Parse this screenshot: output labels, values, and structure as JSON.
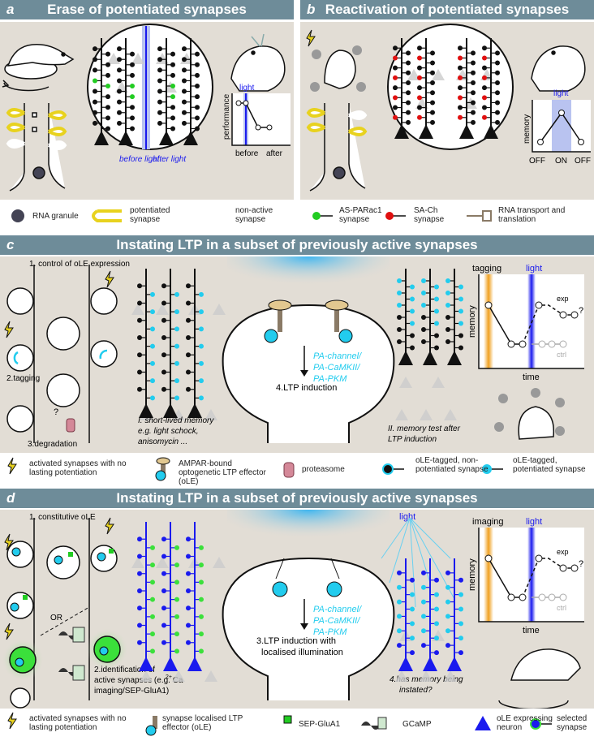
{
  "panel_a": {
    "letter": "a",
    "title": "Erase of potentiated synapses",
    "chart": {
      "axis_y": "performance",
      "x_labels": [
        "before",
        "after"
      ],
      "light": "light",
      "caption_before": "before light",
      "caption_after": "after light"
    }
  },
  "panel_b": {
    "letter": "b",
    "title": "Reactivation of potentiated synapses",
    "chart": {
      "axis_y": "memory",
      "x_labels": [
        "OFF",
        "ON",
        "OFF"
      ],
      "light": "light"
    }
  },
  "legend_ab": [
    "RNA granule",
    "potentiated synapse",
    "non-active synapse",
    "AS-PARac1 synapse",
    "SA-Ch synapse",
    "RNA transport and translation"
  ],
  "panel_c": {
    "letter": "c",
    "title": "Instating LTP in a subset of previously active synapses",
    "step1": "1. control of oLE expression",
    "step2": "2.tagging",
    "step3": "3.degradation",
    "question": "?",
    "step4": "4.LTP induction",
    "effectors": [
      "PA-channel/",
      "PA-CaMKII/",
      "PA-PKM"
    ],
    "memory_I": [
      "I. short-lived memory",
      "e.g. light schock,",
      "anisomycin ..."
    ],
    "memory_II": [
      "II. memory test after",
      "LTP induction"
    ],
    "chart": {
      "label_tag": "tagging",
      "light": "light",
      "axis_y": "memory",
      "axis_x": "time",
      "exp": "exp",
      "ctrl": "ctrl",
      "q": "?"
    }
  },
  "legend_c": [
    "activated synapses with no lasting potentiation",
    "AMPAR-bound optogenetic LTP effector (oLE)",
    "proteasome",
    "oLE-tagged, non-potentiated synapse",
    "oLE-tagged, potentiated synapse"
  ],
  "panel_d": {
    "letter": "d",
    "title": "Instating LTP in a subset of previously active synapses",
    "step1": "1. constitutive oLE",
    "or": "OR",
    "step2": [
      "2.identification of",
      "active synapses (e.g. Ca",
      "2+",
      "imaging/SEP-GluA1)"
    ],
    "step3": [
      "3.LTP induction with",
      "localised illumination"
    ],
    "step4": [
      "4.has memory being",
      "instated?"
    ],
    "effectors": [
      "PA-channel/",
      "PA-CaMKII/",
      "PA-PKM"
    ],
    "light": "light",
    "chart": {
      "label_tag": "imaging",
      "light": "light",
      "axis_y": "memory",
      "axis_x": "time",
      "exp": "exp",
      "ctrl": "ctrl",
      "q": "?"
    }
  },
  "legend_d": [
    "activated synapses with no lasting potentiation",
    "synapse localised LTP effector (oLE)",
    "SEP-GluA1",
    "GCaMP",
    "oLE expressing neuron",
    "selected synapse"
  ],
  "colors": {
    "header": "#6e8c99",
    "panel": "#e2ddd5",
    "green": "#22cc22",
    "red": "#e01010",
    "cyan": "#22ccee",
    "blue": "#1a1aee",
    "yellow": "#e8d21e",
    "light_band": "#b9c3f0"
  }
}
